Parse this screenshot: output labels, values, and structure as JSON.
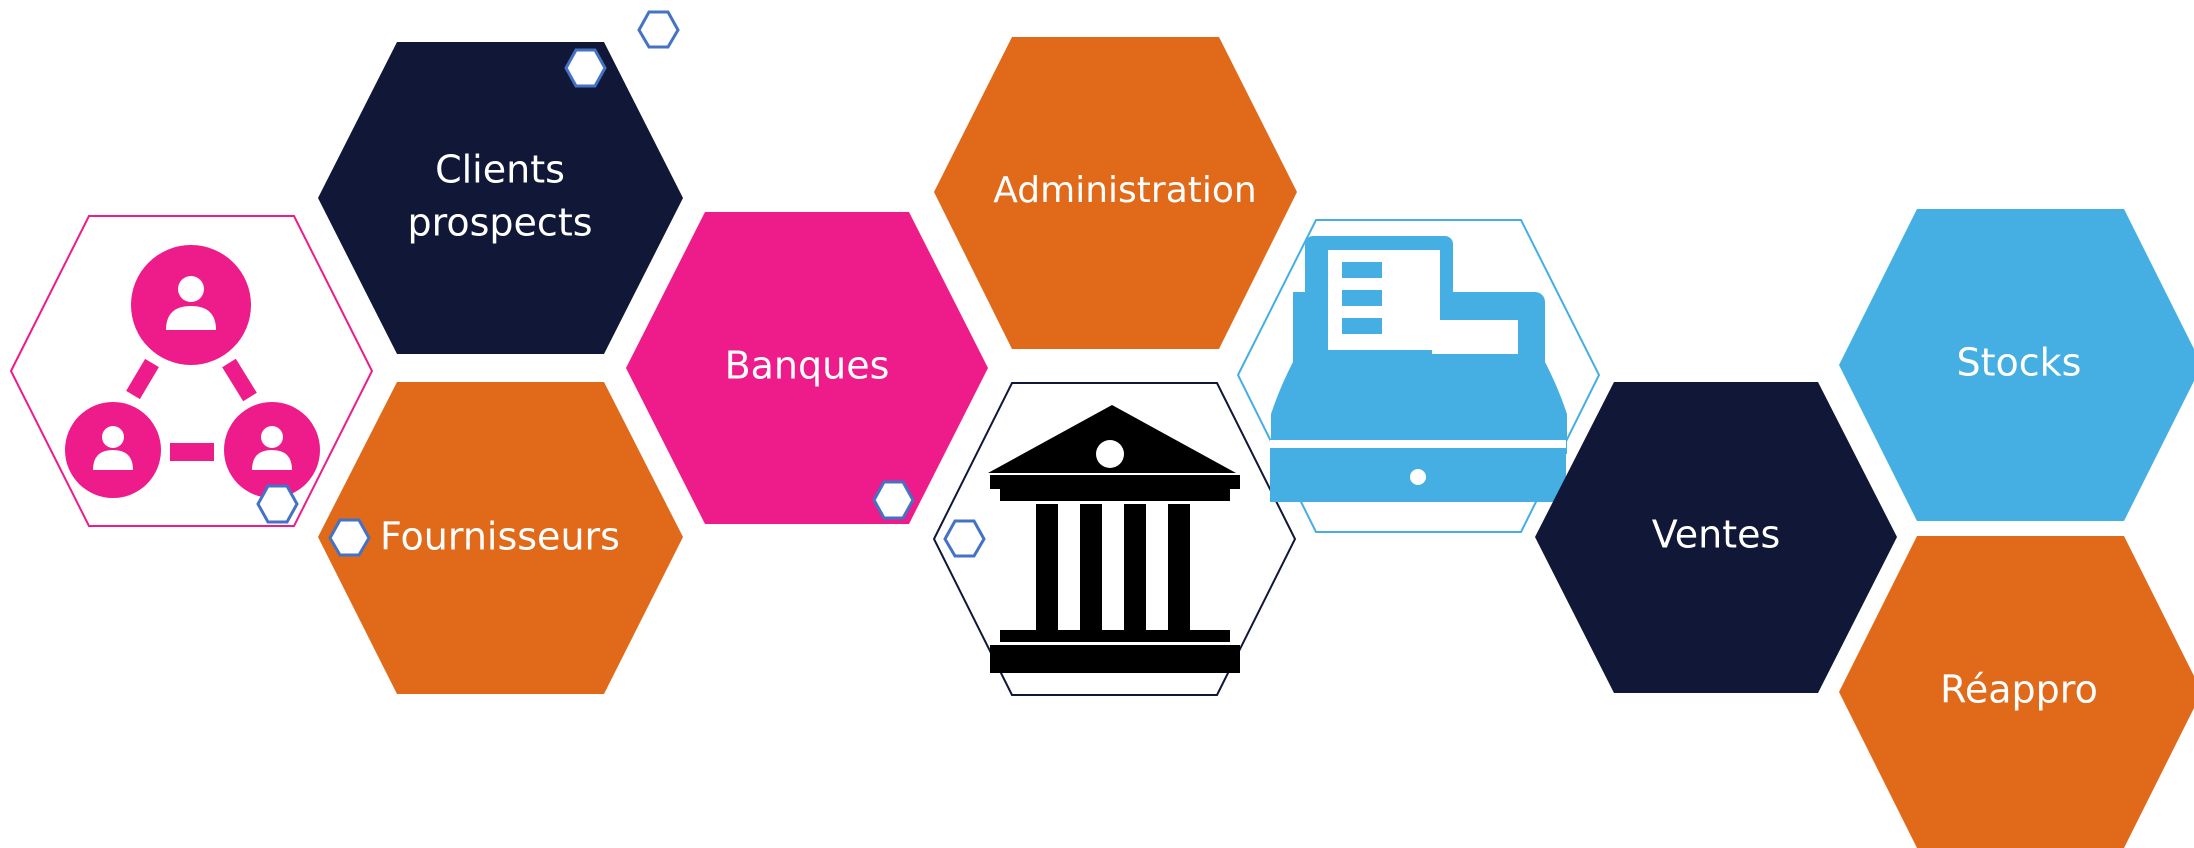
{
  "colors": {
    "navy": "#101737",
    "orange": "#E06A1A",
    "pink": "#EE1B8B",
    "sky": "#45AEE2",
    "black": "#000000",
    "deco_blue": "#4472C4",
    "text": "#FFFFFF"
  },
  "hexagons": {
    "clients": {
      "label_line1": "Clients",
      "label_line2": "prospects"
    },
    "fournisseurs": {
      "label": "Fournisseurs"
    },
    "banques": {
      "label": "Banques"
    },
    "administration": {
      "label": "Administration"
    },
    "ventes": {
      "label": "Ventes"
    },
    "stocks": {
      "label": "Stocks"
    },
    "reappro": {
      "label": "Réappro"
    }
  },
  "icons": {
    "contacts": "contacts-network-icon",
    "bank": "bank-building-icon",
    "register": "cash-register-icon"
  }
}
